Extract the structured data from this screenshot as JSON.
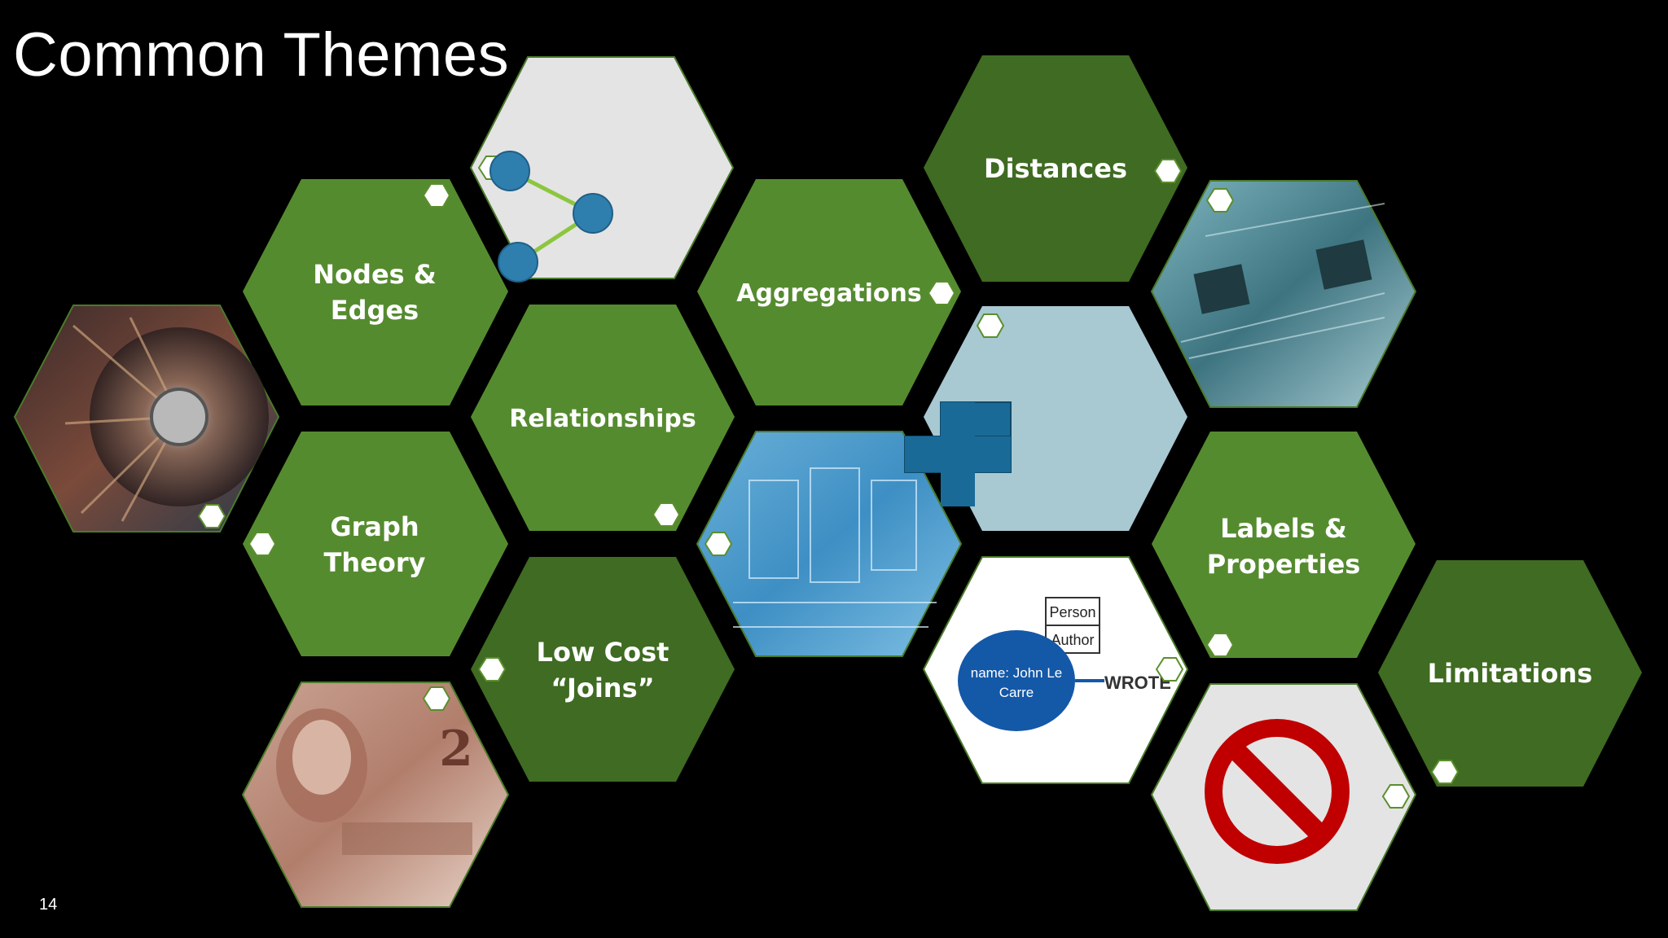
{
  "slide": {
    "title": "Common Themes",
    "page_number": "14"
  },
  "colors": {
    "background": "#000000",
    "hex_green_mid": "#558b2f",
    "hex_green_dark": "#3f6b22",
    "hex_light_gray": "#e4e4e4",
    "hex_light_blue": "#a8c8d2",
    "accent_blue": "#1a6a97",
    "node_blue": "#2e7fae",
    "edge_green": "#8cc63f",
    "stop_red": "#c00000"
  },
  "tiles": {
    "nodes_edges": {
      "line1": "Nodes &",
      "line2": "Edges"
    },
    "relationships": {
      "label": "Relationships"
    },
    "graph_theory": {
      "line1": "Graph",
      "line2": "Theory"
    },
    "low_cost_joins": {
      "line1": "Low Cost",
      "line2": "“Joins”"
    },
    "aggregations": {
      "label": "Aggregations"
    },
    "distances": {
      "label": "Distances"
    },
    "labels_properties": {
      "line1": "Labels &",
      "line2": "Properties"
    },
    "limitations": {
      "label": "Limitations"
    }
  },
  "graph_model": {
    "label_person": "Person",
    "label_author": "Author",
    "node_text_line1": "name: John Le",
    "node_text_line2": "Carre",
    "relation": "WROTE"
  }
}
